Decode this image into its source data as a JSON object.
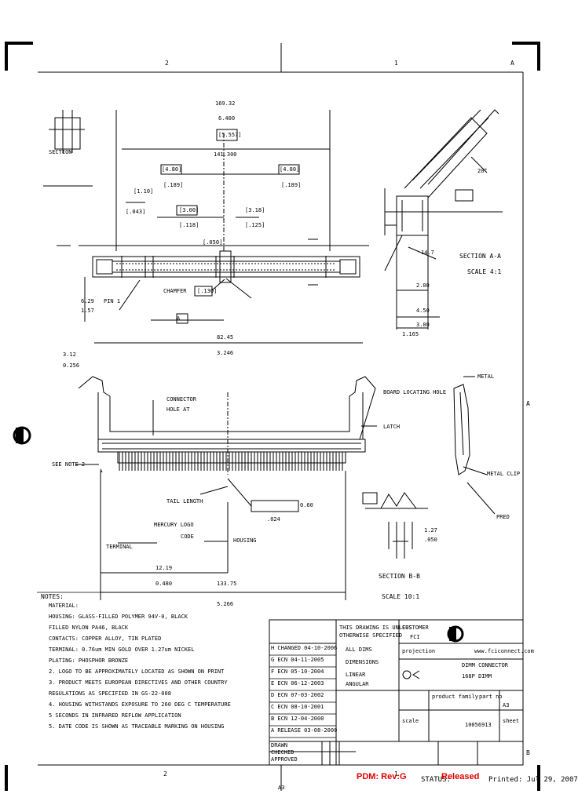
{
  "zones": {
    "top_a": "2",
    "top_b": "1",
    "top_c": "A",
    "right_mid": "A",
    "bottom_a": "2",
    "bottom_b": "1",
    "right_low": "B"
  },
  "top_view": {
    "dims": [
      "169.32",
      "6.400",
      "[5.557]",
      "141.300",
      "[4.80]",
      "[.189]",
      "[4.80]",
      "[.189]",
      "[1.10]",
      "[.043]",
      "[3.00]",
      "[.118]",
      "[3.18]",
      "[.125]",
      "[.130]",
      "[.050]"
    ],
    "section_label": "SECTION",
    "key_label": "A",
    "pin1": "PIN 1",
    "chamfer": "CHAMFER"
  },
  "side_dims": [
    "6.29",
    "1.57",
    "82.45",
    "3.246"
  ],
  "section_aa": {
    "title": "SECTION A-A",
    "scale": "SCALE 4:1",
    "dims": [
      "2.00",
      "4.50",
      "3.00",
      "1.165",
      "14.7",
      "20°"
    ]
  },
  "front_view": {
    "dims": [
      "3.12",
      "0.256",
      "LATCH",
      "CONNECTOR",
      "SEE NOTE 2",
      "TAIL LENGTH",
      "0.60",
      ".024",
      "TERMINAL",
      "HOUSING",
      "133.75",
      "5.266",
      "12.19",
      "0.480",
      "MERCURY LOGO",
      "CODE"
    ],
    "center_label": "BOARD LOCATING HOLE",
    "hole_label": "HOLE AT"
  },
  "detail_b": {
    "title": "SECTION B-B",
    "scale": "SCALE 10:1",
    "dims": [
      "1.27",
      ".050"
    ]
  },
  "latch_detail": [
    "METAL",
    "METAL CLIP",
    "PRED"
  ],
  "notes": {
    "title": "NOTES:",
    "items": [
      "MATERIAL:",
      "HOUSING: GLASS-FILLED POLYMER 94V-0, BLACK",
      "FILLED NYLON PA46, BLACK",
      "CONTACTS: COPPER ALLOY, TIN PLATED",
      "TERMINAL: 0.76um MIN GOLD OVER 1.27um NICKEL",
      "PLATING: PHOSPHOR BRONZE",
      "2. LOGO TO BE APPROXIMATELY LOCATED AS SHOWN ON PRINT",
      "3. PRODUCT MEETS EUROPEAN DIRECTIVES AND OTHER COUNTRY",
      "REGULATIONS AS SPECIFIED IN GS-22-008",
      "4. HOUSING WITHSTANDS EXPOSURE TO 260 DEG C TEMPERATURE",
      "5 SECONDS IN INFRARED REFLOW APPLICATION",
      "5. DATE CODE IS SHOWN AS TRACEABLE MARKING ON HOUSING"
    ]
  },
  "title_block": {
    "tolerance": [
      "THIS DRAWING IS UNLESS",
      "OTHERWISE SPECIFIED",
      "ALL DIMS",
      "DIMENSIONS",
      "LINEAR",
      "ANGULAR"
    ],
    "customer": "CUSTOMER",
    "customer_name": "FCI",
    "projection": "projection",
    "product_line": "DIMM CONNECTOR",
    "product_desc": "168P DIMM",
    "product_family": "product family",
    "part_no": "part no",
    "part_value": "10056913",
    "sheet": "sheet",
    "scale": "scale",
    "size": "A3",
    "rev_table": [
      [
        "H",
        "CHANGED",
        "04-10-2006"
      ],
      [
        "G",
        "ECN",
        "04-11-2005"
      ],
      [
        "F",
        "ECN",
        "05-10-2004"
      ],
      [
        "E",
        "ECN",
        "06-12-2003"
      ],
      [
        "D",
        "ECN",
        "07-03-2002"
      ],
      [
        "C",
        "ECN",
        "08-10-2001"
      ],
      [
        "B",
        "ECN",
        "12-04-2000"
      ],
      [
        "A",
        "RELEASE",
        "03-08-2000"
      ]
    ],
    "check_rows": [
      "DRAWN",
      "CHECKED",
      "APPROVED"
    ],
    "fci_site": "www.fciconnect.com"
  },
  "footer": {
    "format": "A3",
    "pdm": "PDM: Rev:G",
    "status_label": "STATUS:",
    "status_value": "Released",
    "printed": "Printed: Jul 29, 2007"
  },
  "colors": {
    "pdm_red": "#e00000",
    "released_red": "#e00000",
    "line": "#000000"
  }
}
